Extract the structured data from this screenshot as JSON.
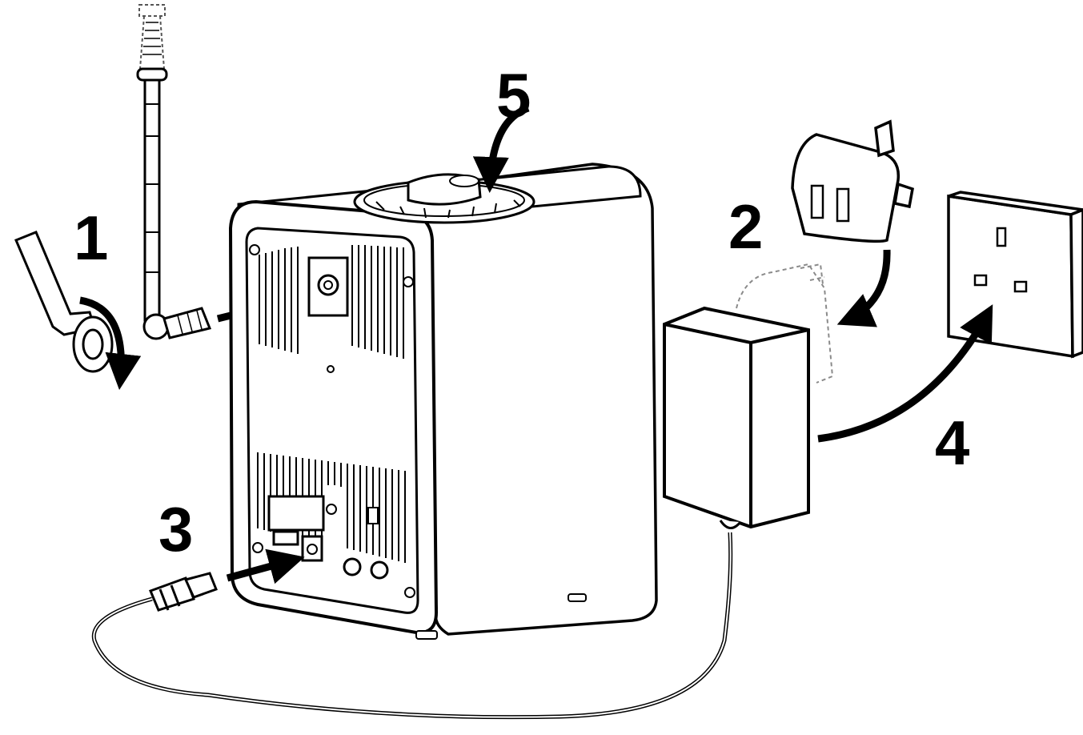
{
  "steps": [
    {
      "number": "1",
      "part": "antenna"
    },
    {
      "number": "2",
      "part": "power-plug-adapter"
    },
    {
      "number": "3",
      "part": "dc-power-cable"
    },
    {
      "number": "4",
      "part": "wall-socket"
    },
    {
      "number": "5",
      "part": "top-control-dial"
    }
  ],
  "colors": {
    "line": "#000000",
    "fill": "#ffffff",
    "dashed": "#8a8a8a"
  }
}
